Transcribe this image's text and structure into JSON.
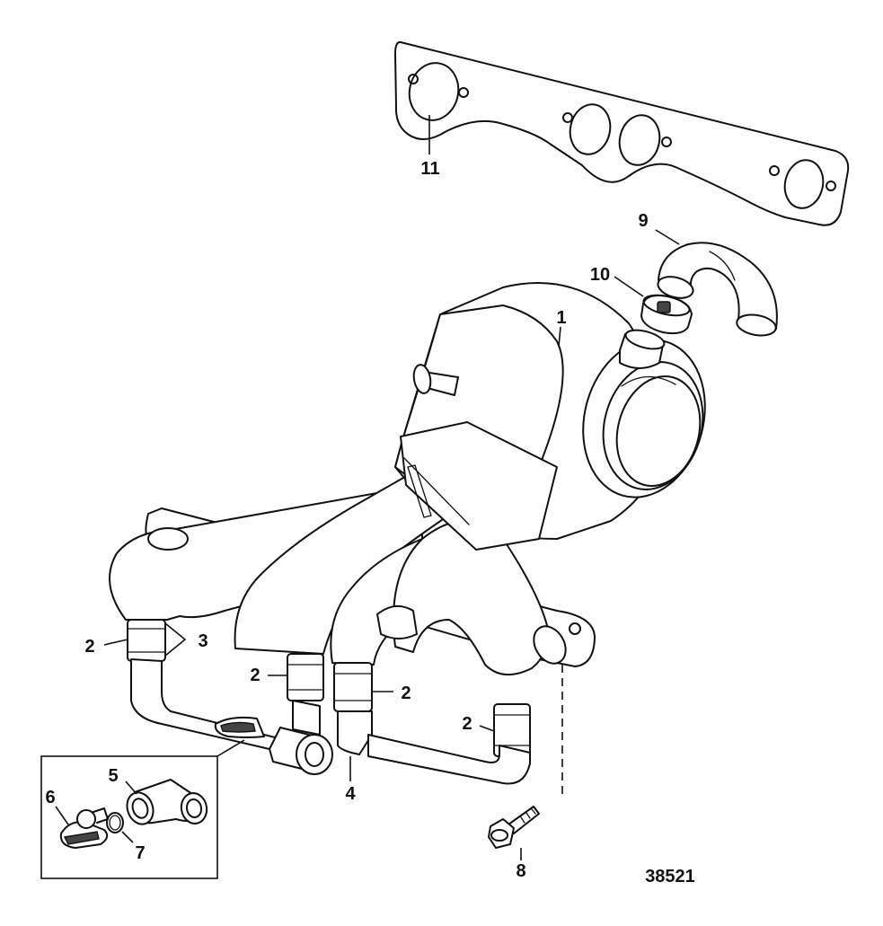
{
  "figure_number": "38521",
  "callouts": {
    "c1": "1",
    "c2a": "2",
    "c2b": "2",
    "c2c": "2",
    "c2d": "2",
    "c3": "3",
    "c4": "4",
    "c5": "5",
    "c6": "6",
    "c7": "7",
    "c8": "8",
    "c9": "9",
    "c10": "10",
    "c11": "11"
  }
}
